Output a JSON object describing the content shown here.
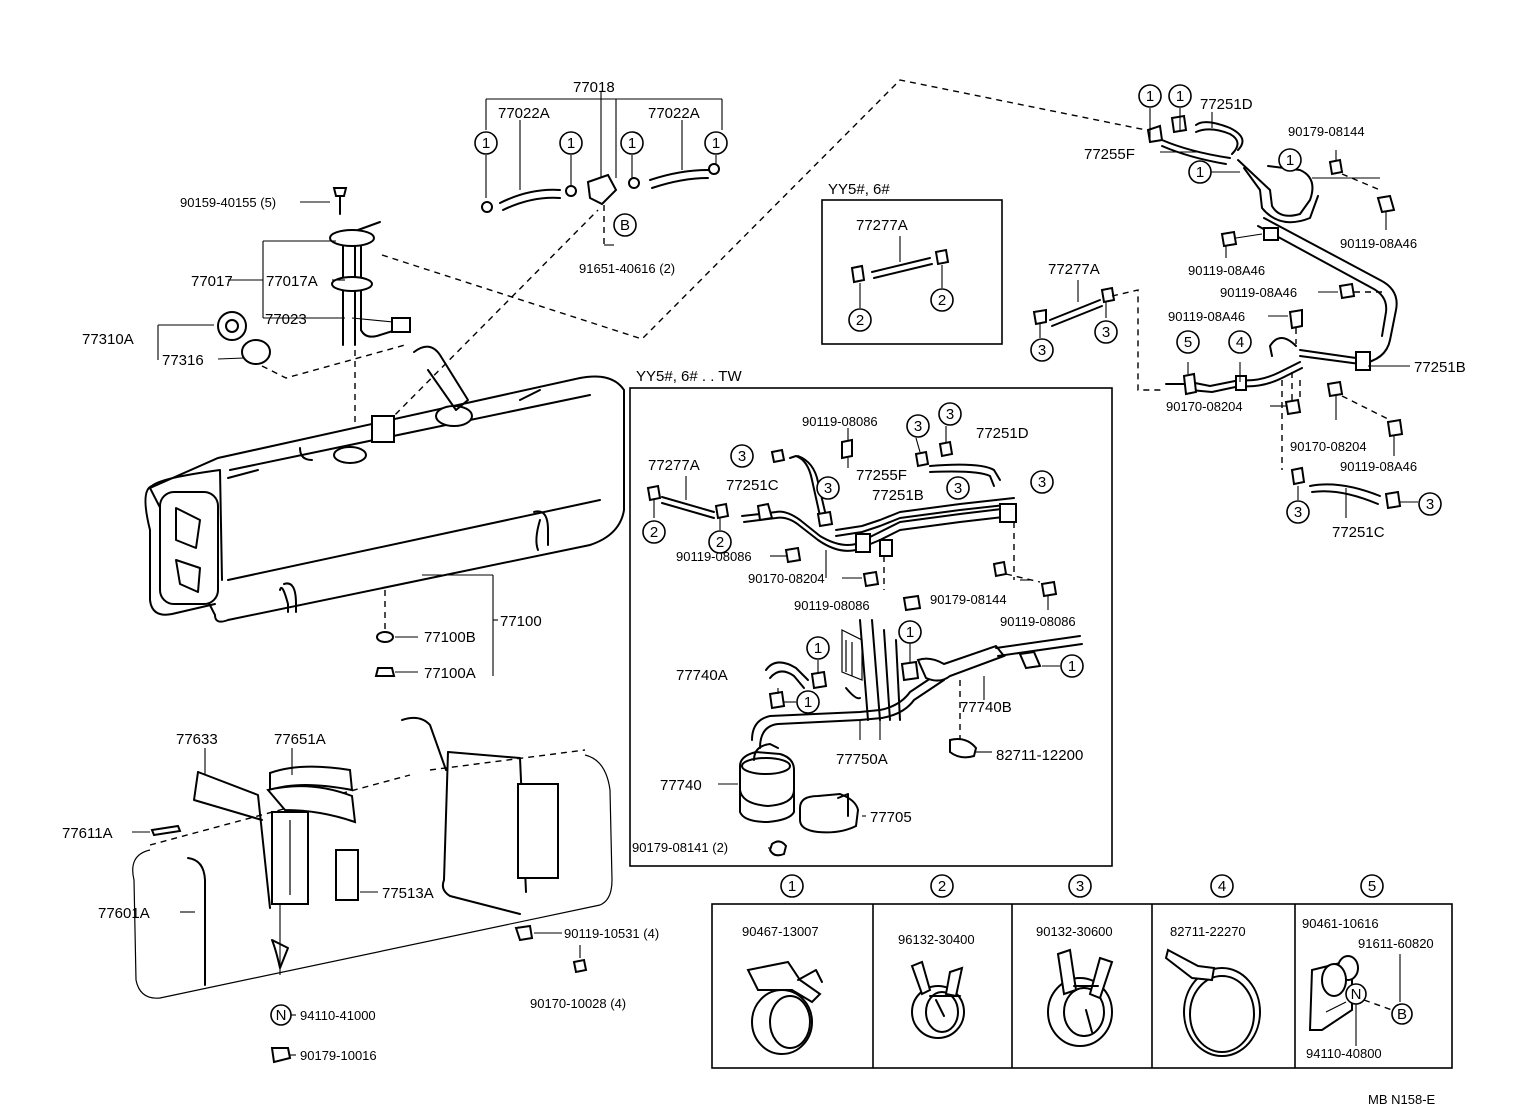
{
  "footer_code": "MB  N158-E",
  "variants": {
    "inset_small": "YY5#, 6#",
    "inset_large": "YY5#, 6# . . TW"
  },
  "callout_symbols": {
    "c1": "1",
    "c2": "2",
    "c3": "3",
    "c4": "4",
    "c5": "5",
    "n": "N",
    "b": "B"
  },
  "legend": {
    "headers": [
      "1",
      "2",
      "3",
      "4",
      "5"
    ],
    "parts": [
      [
        "90467-13007"
      ],
      [
        "96132-30400"
      ],
      [
        "90132-30600"
      ],
      [
        "82711-22270"
      ],
      [
        "90461-10616",
        "91611-60820",
        "94110-40800"
      ]
    ]
  },
  "labels": {
    "p77018": "77018",
    "p77022A_l": "77022A",
    "p77022A_r": "77022A",
    "p90159": "90159-40155 (5)",
    "p91651": "91651-40616 (2)",
    "p77017": "77017",
    "p77017A": "77017A",
    "p77023": "77023",
    "p77310A": "77310A",
    "p77316": "77316",
    "p77100": "77100",
    "p77100B": "77100B",
    "p77100A": "77100A",
    "p77633": "77633",
    "p77651A": "77651A",
    "p77611A": "77611A",
    "p77601A": "77601A",
    "p77513A": "77513A",
    "p90119_10531": "90119-10531 (4)",
    "p90170_10028": "90170-10028 (4)",
    "p94110_41000": "94110-41000",
    "p90179_10016": "90179-10016",
    "p77277A_small": "77277A",
    "p77277A_mid": "77277A",
    "p77251D_top": "77251D",
    "p77255F_top": "77255F",
    "p90179_08144_top": "90179-08144",
    "p90119_08A46_a": "90119-08A46",
    "p90119_08A46_b": "90119-08A46",
    "p90119_08A46_c": "90119-08A46",
    "p90119_08A46_d": "90119-08A46",
    "p90119_08A46_e": "90119-08A46",
    "p77251B_right": "77251B",
    "p90170_08204_a": "90170-08204",
    "p90170_08204_b": "90170-08204",
    "p77251C_right": "77251C",
    "p90119_08086_a": "90119-08086",
    "p77277A_in": "77277A",
    "p77251C_in": "77251C",
    "p77255F_in": "77255F",
    "p77251D_in": "77251D",
    "p77251B_in": "77251B",
    "p90119_08086_b": "90119-08086",
    "p90170_08204_in": "90170-08204",
    "p90179_08144_in": "90179-08144",
    "p90119_08086_c": "90119-08086",
    "p90119_08086_d": "90119-08086",
    "p77740A": "77740A",
    "p77740B": "77740B",
    "p82711_12200": "82711-12200",
    "p77750A": "77750A",
    "p77740": "77740",
    "p77705": "77705",
    "p90179_08141": "90179-08141 (2)"
  }
}
